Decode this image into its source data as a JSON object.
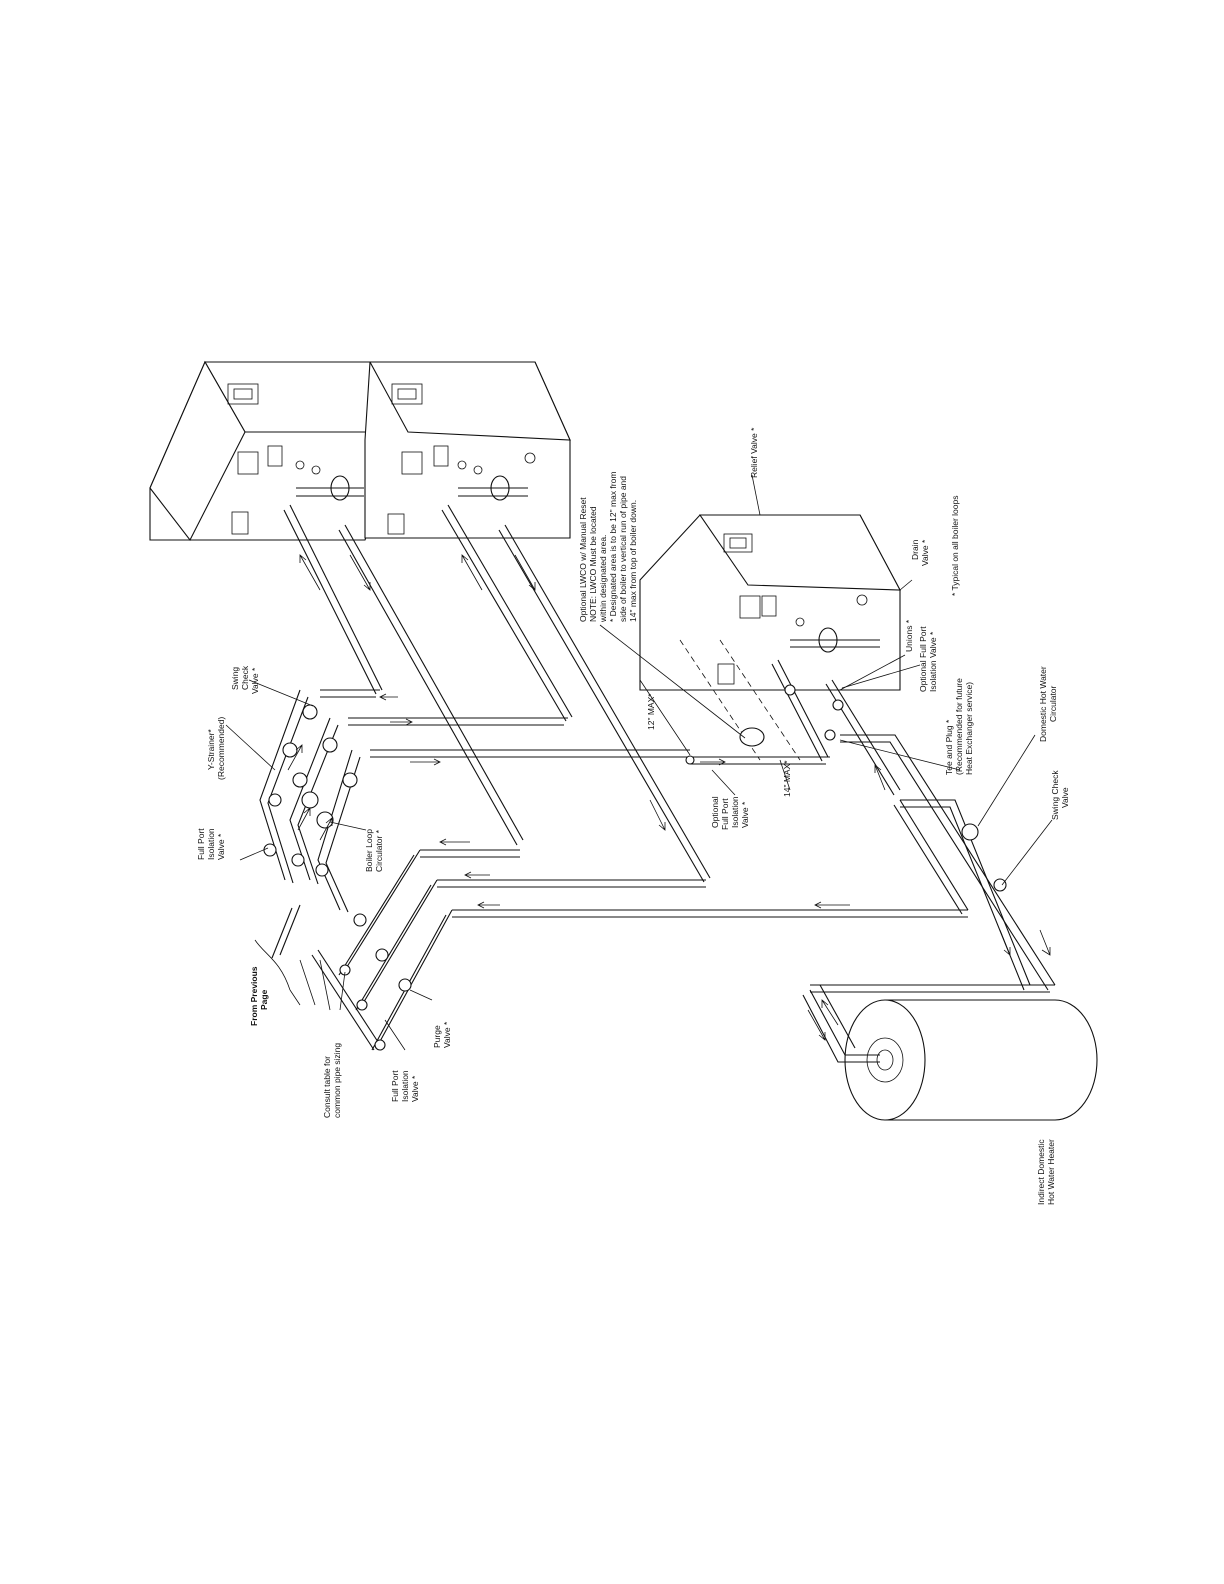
{
  "labels": {
    "relief_valve": "Relief Valve *",
    "optional_lwco_1": "Optional LWCO w/ Manual Reset",
    "optional_lwco_2": "NOTE: LWCO Must be located",
    "optional_lwco_3": "within designated area.",
    "optional_lwco_4": "* Designated area is to be 12\" max from",
    "optional_lwco_5": "side of boiler to vertical run of pipe and",
    "optional_lwco_6": "14\" max from top of boiler down.",
    "drain_valve_1": "Drain",
    "drain_valve_2": "Valve *",
    "typical_note": "* Typical on all boiler loops",
    "unions": "Unions *",
    "optional_fp_iso_1": "Optional Full Port",
    "optional_fp_iso_2": "Isolation Valve *",
    "tee_plug_1": "Tee and Plug *",
    "tee_plug_2": "(Recommended for future",
    "tee_plug_3": "Heat Exchanger service)",
    "dhw_circ_1": "Domestic Hot Water",
    "dhw_circ_2": "Circulator",
    "swing_check_right_1": "Swing Check",
    "swing_check_right_2": "Valve",
    "indirect_1": "Indirect Domestic",
    "indirect_2": "Hot Water Heater",
    "max12": "12\" MAX*",
    "max14": "14\" MAX*",
    "opt_iso_mid_1": "Optional",
    "opt_iso_mid_2": "Full Port",
    "opt_iso_mid_3": "Isolation",
    "opt_iso_mid_4": "Valve *",
    "swing_check_left_1": "Swing",
    "swing_check_left_2": "Check",
    "swing_check_left_3": "Valve *",
    "ystrainer_1": "Y-Strainer*",
    "ystrainer_2": "(Recommended)",
    "fp_iso_top_1": "Full Port",
    "fp_iso_top_2": "Isolation",
    "fp_iso_top_3": "Valve *",
    "boiler_loop_1": "Boiler Loop",
    "boiler_loop_2": "Circulator *",
    "from_prev_1": "From Previous",
    "from_prev_2": "Page",
    "consult_1": "Consult table for",
    "consult_2": "common pipe sizing",
    "fp_iso_bot_1": "Full Port",
    "fp_iso_bot_2": "Isolation",
    "fp_iso_bot_3": "Valve *",
    "purge_1": "Purge",
    "purge_2": "Valve *"
  }
}
